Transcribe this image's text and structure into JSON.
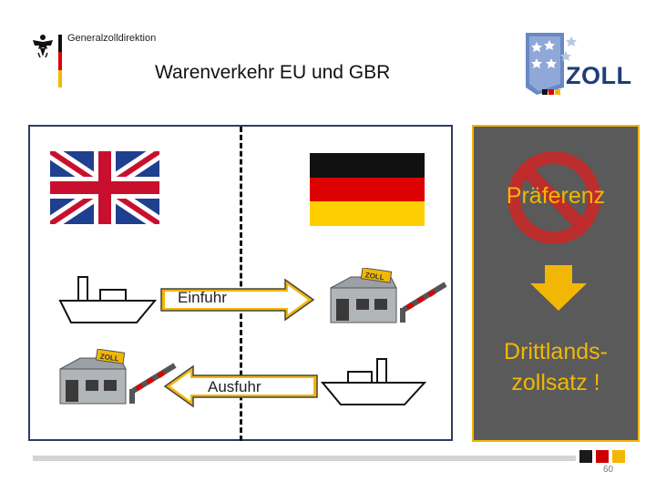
{
  "header": {
    "agency_name": "Generalzolldirektion",
    "title": "Warenverkehr EU und GBR",
    "logo_text": "ZOLL"
  },
  "diagram": {
    "import_label": "Einfuhr",
    "export_label": "Ausfuhr",
    "customs_sign": "ZOLL"
  },
  "side_panel": {
    "preference_label": "Präferenz",
    "result_line1": "Drittlands-",
    "result_line2": "zollsatz !"
  },
  "footer": {
    "page_number": "60"
  },
  "colors": {
    "accent_yellow": "#f2b705",
    "panel_gray": "#5a5a5a",
    "zoll_blue": "#1f3d7a",
    "prohibition_red": "#c62828",
    "footer_dark": "#1a1a1a",
    "footer_red": "#cc0000",
    "footer_gold": "#f2b705"
  },
  "icons": [
    "federal-eagle-icon",
    "uk-flag-icon",
    "german-flag-icon",
    "ship-icon",
    "customs-office-icon",
    "barrier-icon",
    "prohibition-icon",
    "down-arrow-icon"
  ]
}
